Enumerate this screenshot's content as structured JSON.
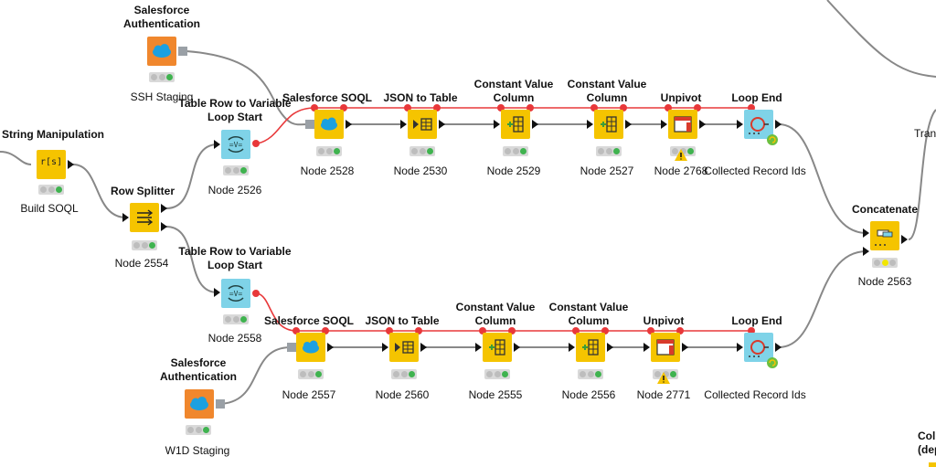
{
  "workflow": {
    "nodes": {
      "string_manipulation": {
        "title": "String Manipulation",
        "caption": "Build SOQL",
        "glyph": "r[s]"
      },
      "row_splitter": {
        "title": "Row Splitter",
        "caption": "Node 2554"
      },
      "sf_auth_top": {
        "title": "Salesforce Authentication",
        "caption": "SSH Staging"
      },
      "sf_auth_bottom": {
        "title": "Salesforce Authentication",
        "caption": "W1D Staging"
      },
      "loop_start_top": {
        "title": "Table Row to Variable Loop Start",
        "caption": "Node 2526"
      },
      "loop_start_bottom": {
        "title": "Table Row to Variable Loop Start",
        "caption": "Node 2558"
      },
      "soql_top": {
        "title": "Salesforce SOQL",
        "caption": "Node 2528"
      },
      "json_top": {
        "title": "JSON to Table",
        "caption": "Node 2530"
      },
      "const1_top": {
        "title": "Constant Value Column",
        "caption": "Node 2529"
      },
      "const2_top": {
        "title": "Constant Value Column",
        "caption": "Node 2527"
      },
      "unpivot_top": {
        "title": "Unpivot",
        "caption": "Node 2768"
      },
      "loop_end_top": {
        "title": "Loop End",
        "caption": "Collected Record Ids"
      },
      "soql_bottom": {
        "title": "Salesforce SOQL",
        "caption": "Node 2557"
      },
      "json_bottom": {
        "title": "JSON to Table",
        "caption": "Node 2560"
      },
      "const1_bottom": {
        "title": "Constant Value Column",
        "caption": "Node 2555"
      },
      "const2_bottom": {
        "title": "Constant Value Column",
        "caption": "Node 2556"
      },
      "unpivot_bottom": {
        "title": "Unpivot",
        "caption": "Node 2771"
      },
      "loop_end_bottom": {
        "title": "Loop End",
        "caption": "Collected Record Ids"
      },
      "concatenate": {
        "title": "Concatenate",
        "caption": "Node 2563"
      },
      "translate_partial": {
        "title": "Translat"
      },
      "column_partial": {
        "title": "Column (depr"
      }
    }
  },
  "colors": {
    "data_wire": "#888888",
    "variable_wire": "#e8383a",
    "node_yellow": "#f5c400",
    "node_orange": "#f0872d",
    "node_teal": "#7fd3e8",
    "status_green": "#3fb34f",
    "status_yellow": "#f2e600",
    "warning": "#f5c400"
  },
  "icons": {
    "sf_auth": "salesforce-cloud-icon",
    "soql": "salesforce-cloud-icon",
    "json": "json-to-table-icon",
    "const": "constant-column-icon",
    "unpivot": "unpivot-icon",
    "loop_end": "loop-end-icon",
    "loop_start": "variable-loop-icon",
    "row_splitter": "row-splitter-icon",
    "concatenate": "concatenate-icon",
    "warning": "warning-icon"
  }
}
